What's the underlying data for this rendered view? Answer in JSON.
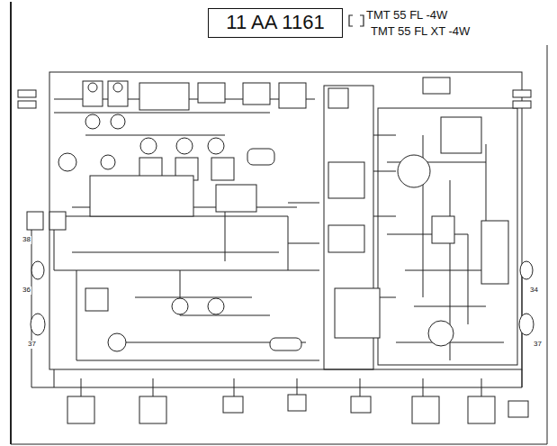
{
  "diagram": {
    "nodes": [
      {
        "text": [
          "11 AA 1161"
        ]
      }
    ],
    "labels": [
      "TMT 55 FL -4W",
      "TMT 55 FL XT -4W",
      "34",
      "37",
      "37",
      "36",
      "38"
    ]
  }
}
